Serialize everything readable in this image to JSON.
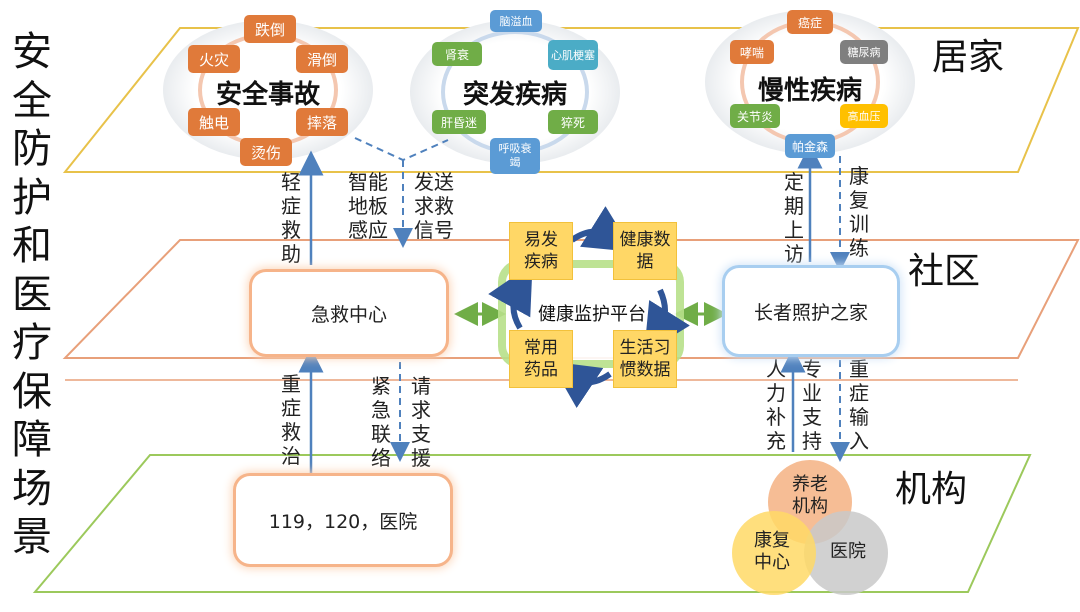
{
  "side_title": "安全防护和医疗保障场景",
  "planes": {
    "home": "居家",
    "community": "社区",
    "institution": "机构"
  },
  "home": {
    "safety": {
      "title": "安全事故",
      "items": [
        "跌倒",
        "滑倒",
        "摔落",
        "烫伤",
        "触电",
        "火灾"
      ]
    },
    "emergency": {
      "title": "突发疾病",
      "items": [
        "脑溢血",
        "心肌梗塞",
        "猝死",
        "呼吸衰竭",
        "肝昏迷",
        "肾衰"
      ]
    },
    "chronic": {
      "title": "慢性疾病",
      "items": [
        "癌症",
        "糖尿病",
        "高血压",
        "帕金森",
        "关节炎",
        "哮喘"
      ]
    }
  },
  "arrows": {
    "light_rescue": "轻症救助",
    "smart_floor": "智能地板感应",
    "send_help": "发送求救信号",
    "regular_visit": "定期上访",
    "rehab": "康复训练",
    "severe_treat": "重症救治",
    "urgent_contact": "紧急联络",
    "request_support": "请求支援",
    "manpower": "人力补充",
    "pro_support": "专业支持",
    "severe_input": "重症输入"
  },
  "community": {
    "first_aid": "急救中心",
    "platform": "健康监护平台",
    "cycle": [
      "易发疾病",
      "健康数据",
      "生活习惯数据",
      "常用药品"
    ],
    "elder_home": "长者照护之家"
  },
  "institution": {
    "hospital_box": "119，120，医院",
    "venn": [
      "养老机构",
      "康复中心",
      "医院"
    ]
  },
  "colors": {
    "plane_home": "#e8c24a",
    "plane_comm": "#e8a07a",
    "plane_inst": "#9cc95c",
    "arrow_blue": "#4f81bd",
    "green_arrow": "#70ad47",
    "pill_orange": "#e07a3a",
    "pill_green": "#70ad47",
    "pill_teal": "#4bacc6",
    "pill_blue": "#5b9bd5",
    "pill_gray": "#7f7f7f",
    "pill_yellow": "#ffc000"
  }
}
